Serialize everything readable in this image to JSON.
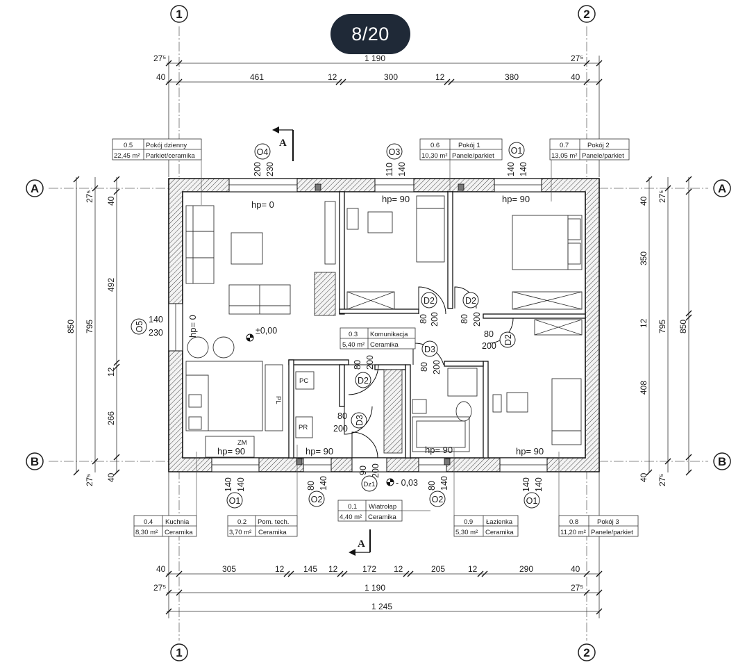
{
  "pager": {
    "label": "8/20"
  },
  "axes": {
    "col1": "1",
    "col2": "2",
    "rowA": "A",
    "rowB": "B"
  },
  "section": {
    "label": "A"
  },
  "dims": {
    "top1": [
      "27⁵",
      "1 190",
      "27⁵"
    ],
    "top2": [
      "40",
      "461",
      "12",
      "300",
      "12",
      "380",
      "40"
    ],
    "bottom1": [
      "40",
      "305",
      "12",
      "145",
      "12",
      "172",
      "12",
      "205",
      "12",
      "290",
      "40"
    ],
    "bottom2": [
      "27⁵",
      "1 190",
      "27⁵"
    ],
    "bottom3": [
      "1 245"
    ],
    "left_outer": "850",
    "left_mid": "795",
    "left_inner": [
      "27⁵",
      "40",
      "492",
      "12",
      "266",
      "40",
      "27⁵"
    ],
    "right_outer": "850",
    "right_mid": "795",
    "right_inner": [
      "27⁵",
      "40",
      "350",
      "12",
      "408",
      "40",
      "27⁵"
    ]
  },
  "rooms": [
    {
      "id": "0.5",
      "name": "Pokój dzienny",
      "area": "22,45 m²",
      "floor": "Parkiet/ceramika"
    },
    {
      "id": "0.6",
      "name": "Pokój 1",
      "area": "10,30 m²",
      "floor": "Panele/parkiet"
    },
    {
      "id": "0.7",
      "name": "Pokój 2",
      "area": "13,05 m²",
      "floor": "Panele/parkiet"
    },
    {
      "id": "0.3",
      "name": "Komunikacja",
      "area": "5,40 m²",
      "floor": "Ceramika"
    },
    {
      "id": "0.4",
      "name": "Kuchnia",
      "area": "8,30 m²",
      "floor": "Ceramika"
    },
    {
      "id": "0.2",
      "name": "Pom. tech.",
      "area": "3,70 m²",
      "floor": "Ceramika"
    },
    {
      "id": "0.1",
      "name": "Wiatrołap",
      "area": "4,40 m²",
      "floor": "Ceramika"
    },
    {
      "id": "0.9",
      "name": "Łazienka",
      "area": "5,30 m²",
      "floor": "Ceramika"
    },
    {
      "id": "0.8",
      "name": "Pokój 3",
      "area": "11,20 m²",
      "floor": "Panele/parkiet"
    }
  ],
  "windows": {
    "O4": {
      "tag": "O4",
      "w": "200",
      "h": "230"
    },
    "O3": {
      "tag": "O3",
      "w": "110",
      "h": "140"
    },
    "O1a": {
      "tag": "O1",
      "w": "140",
      "h": "140"
    },
    "O5": {
      "tag": "O5",
      "w": "140",
      "h": "230"
    },
    "O1b": {
      "tag": "O1",
      "w": "140",
      "h": "140"
    },
    "O2a": {
      "tag": "O2",
      "w": "80",
      "h": "140"
    },
    "O2b": {
      "tag": "O2",
      "w": "80",
      "h": "140"
    },
    "O1c": {
      "tag": "O1",
      "w": "140",
      "h": "140"
    }
  },
  "doors": {
    "D2a": {
      "tag": "D2",
      "w": "80",
      "h": "200"
    },
    "D2b": {
      "tag": "D2",
      "w": "80",
      "h": "200"
    },
    "D2c": {
      "tag": "D2",
      "w": "80",
      "h": "200"
    },
    "D2d": {
      "tag": "D2",
      "w": "80",
      "h": "200"
    },
    "D3a": {
      "tag": "D3",
      "w": "80",
      "h": "200"
    },
    "D3b": {
      "tag": "D3",
      "w": "80",
      "h": "200"
    },
    "Dz1": {
      "tag": "Dz1",
      "w": "90",
      "h": "200"
    }
  },
  "hp": {
    "living": "hp= 0",
    "living_side": "hp= 0",
    "room1": "hp= 90",
    "room2": "hp= 90",
    "kitchen": "hp= 90",
    "tech": "hp= 90",
    "bath": "hp= 90",
    "room3": "hp= 90"
  },
  "levels": {
    "zero": "±0,00",
    "entry": "- 0,03"
  },
  "fixtures": {
    "pc": "PC",
    "pr": "PR",
    "zm": "ZM",
    "pl": "PL"
  }
}
